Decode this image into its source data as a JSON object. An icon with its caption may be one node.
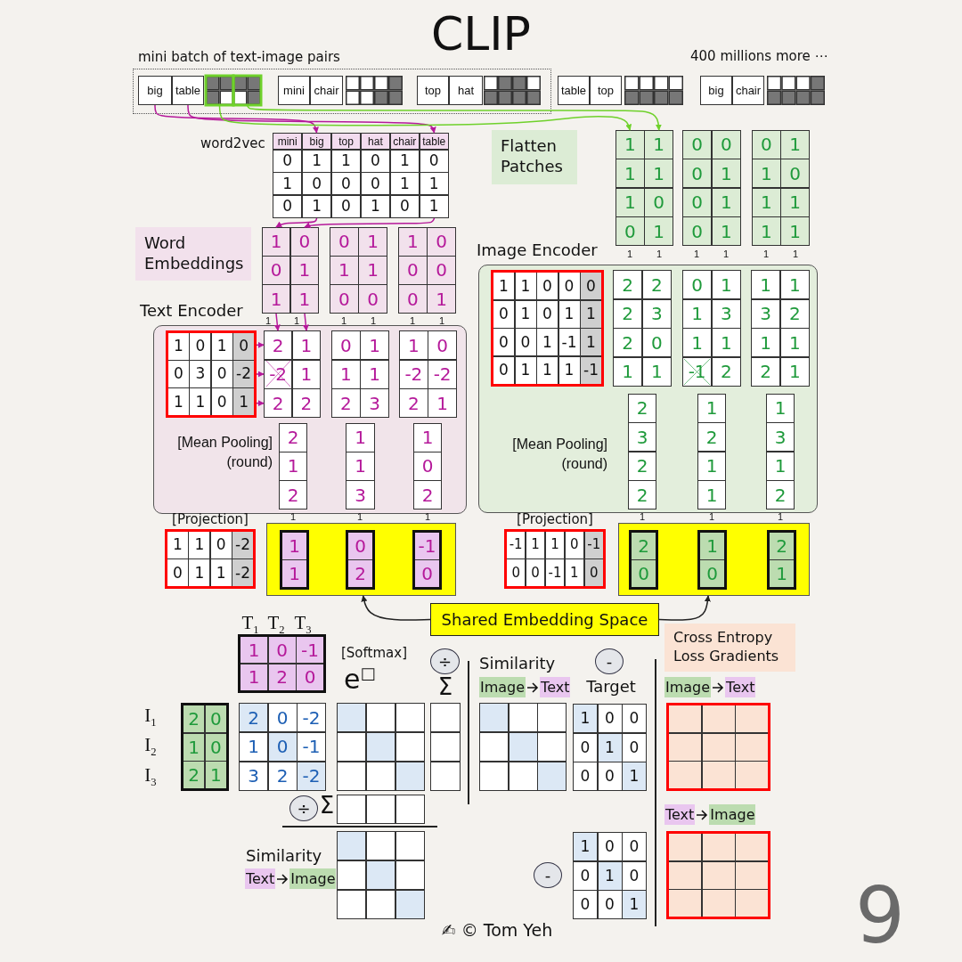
{
  "diagram": {
    "title": "CLIP",
    "nodes": [
      {
        "text": [
          "mini batch of text-image pairs"
        ]
      },
      {
        "text": [
          "big"
        ],
        "in": 0
      },
      {
        "text": [
          "table"
        ],
        "in": 0
      },
      {
        "text": [],
        "shape": "box",
        "in": 0
      },
      {
        "text": [
          "mini"
        ],
        "in": 0
      },
      {
        "text": [
          "chair"
        ],
        "in": 0
      },
      {
        "text": [],
        "shape": "box",
        "in": 0
      },
      {
        "text": [
          "top"
        ],
        "in": 0
      },
      {
        "text": [
          "hat"
        ],
        "in": 0
      },
      {
        "text": [],
        "shape": "box",
        "in": 0
      },
      {
        "text": [
          "table"
        ]
      },
      {
        "text": [
          "top"
        ]
      },
      {
        "text": [],
        "shape": "box"
      },
      {
        "text": [
          "big"
        ]
      },
      {
        "text": [
          "chair"
        ]
      },
      {
        "text": [],
        "shape": "box"
      },
      {
        "text": [
          "mini",
          "big",
          "top",
          "hat",
          "chair",
          "table",
          "0",
          "1",
          "1",
          "0",
          "1",
          "0",
          "1",
          "0",
          "0",
          "0",
          "1",
          "1",
          "0",
          "1",
          "0",
          "1",
          "0",
          "1"
        ],
        "beside": [
          "word2vec"
        ]
      },
      {
        "text": [
          "Flatten Patches"
        ]
      },
      {
        "text": [
          "1",
          "1",
          "1",
          "1",
          "1",
          "0",
          "0",
          "1"
        ],
        "beside": [
          "1",
          "1"
        ]
      },
      {
        "text": [
          "0",
          "0",
          "0",
          "1",
          "0",
          "1",
          "0",
          "1"
        ],
        "beside": [
          "1",
          "1"
        ]
      },
      {
        "text": [
          "0",
          "1",
          "1",
          "0",
          "1",
          "1",
          "1",
          "1"
        ],
        "beside": [
          "1",
          "1"
        ]
      },
      {
        "text": [
          "Word Embeddings"
        ]
      },
      {
        "text": [
          "1",
          "0",
          "0",
          "1",
          "1",
          "1"
        ],
        "beside": [
          "1",
          "1"
        ]
      },
      {
        "text": [
          "0",
          "1",
          "1",
          "1",
          "0",
          "0"
        ],
        "beside": [
          "1",
          "1"
        ]
      },
      {
        "text": [
          "1",
          "0",
          "0",
          "0",
          "0",
          "1"
        ],
        "beside": [
          "1",
          "1"
        ]
      },
      {
        "text": [
          "Text Encoder",
          "[Mean Pooling] (round)"
        ]
      },
      {
        "text": [
          "1",
          "0",
          "1",
          "0",
          "0",
          "3",
          "0",
          "-2",
          "1",
          "1",
          "0",
          "1"
        ],
        "in": 25
      },
      {
        "text": [
          "2",
          "1",
          "-2",
          "1",
          "2",
          "2"
        ],
        "in": 25
      },
      {
        "text": [
          "0",
          "1",
          "1",
          "1",
          "2",
          "3"
        ],
        "in": 25
      },
      {
        "text": [
          "1",
          "0",
          "-2",
          "-2",
          "2",
          "1"
        ],
        "in": 25
      },
      {
        "text": [
          "2",
          "1",
          "2"
        ],
        "in": 25,
        "beside": [
          "1"
        ]
      },
      {
        "text": [
          "1",
          "1",
          "3"
        ],
        "in": 25,
        "beside": [
          "1"
        ]
      },
      {
        "text": [
          "1",
          "0",
          "2"
        ],
        "in": 25,
        "beside": [
          "1"
        ]
      },
      {
        "text": [
          "Image Encoder",
          "[Mean Pooling] (round)"
        ]
      },
      {
        "text": [
          "1",
          "1",
          "0",
          "0",
          "0",
          "0",
          "1",
          "0",
          "1",
          "1",
          "0",
          "0",
          "1",
          "-1",
          "1",
          "0",
          "1",
          "1",
          "1",
          "-1"
        ],
        "in": 33
      },
      {
        "text": [
          "2",
          "2",
          "2",
          "3",
          "2",
          "0",
          "1",
          "1"
        ],
        "in": 33
      },
      {
        "text": [
          "0",
          "1",
          "1",
          "3",
          "1",
          "1",
          "-1",
          "2"
        ],
        "in": 33
      },
      {
        "text": [
          "1",
          "1",
          "3",
          "2",
          "1",
          "1",
          "2",
          "1"
        ],
        "in": 33
      },
      {
        "text": [
          "2",
          "3",
          "2",
          "2"
        ],
        "in": 33,
        "beside": [
          "1"
        ]
      },
      {
        "text": [
          "1",
          "2",
          "1",
          "1"
        ],
        "in": 33,
        "beside": [
          "1"
        ]
      },
      {
        "text": [
          "1",
          "3",
          "1",
          "2"
        ],
        "in": 33,
        "beside": [
          "1"
        ]
      },
      {
        "text": [
          "1",
          "1",
          "0",
          "-2",
          "0",
          "1",
          "1",
          "-2"
        ],
        "beside": [
          "[Projection]"
        ]
      },
      {
        "text": [],
        "shape": "box"
      },
      {
        "text": [
          "1",
          "1"
        ],
        "in": 42
      },
      {
        "text": [
          "0",
          "2"
        ],
        "in": 42
      },
      {
        "text": [
          "-1",
          "0"
        ],
        "in": 42
      },
      {
        "text": [
          "-1",
          "1",
          "1",
          "0",
          "-1",
          "0",
          "0",
          "-1",
          "1",
          "0"
        ],
        "beside": [
          "[Projection]"
        ]
      },
      {
        "text": [],
        "shape": "box"
      },
      {
        "text": [
          "2",
          "0"
        ],
        "in": 47
      },
      {
        "text": [
          "1",
          "0"
        ],
        "in": 47
      },
      {
        "text": [
          "2",
          "1"
        ],
        "in": 47
      },
      {
        "text": [
          "Shared Embedding Space"
        ]
      },
      {
        "text": [
          "1",
          "0",
          "-1",
          "1",
          "2",
          "0"
        ]
      },
      {
        "text": [
          "2",
          "0",
          "1",
          "0",
          "2",
          "1"
        ]
      },
      {
        "text": [
          "2",
          "0",
          "-2",
          "1",
          "0",
          "-1",
          "3",
          "2",
          "-2"
        ]
      },
      {
        "text": [],
        "shape": "box"
      },
      {
        "text": [],
        "shape": "box"
      },
      {
        "text": [
          "÷"
        ]
      },
      {
        "text": [],
        "shape": "box"
      },
      {
        "text": [
          "÷"
        ]
      },
      {
        "text": [],
        "shape": "box"
      },
      {
        "text": [],
        "shape": "box"
      },
      {
        "text": [
          "-"
        ]
      },
      {
        "text": [
          "1",
          "0",
          "0",
          "0",
          "1",
          "0",
          "0",
          "0",
          "1"
        ]
      },
      {
        "text": [
          "1",
          "0",
          "0",
          "0",
          "1",
          "0",
          "0",
          "0",
          "1"
        ]
      },
      {
        "text": [
          "-"
        ]
      },
      {
        "text": [
          "Cross Entropy Loss Gradients"
        ]
      },
      {
        "text": [],
        "shape": "box"
      },
      {
        "text": [],
        "shape": "box"
      }
    ],
    "edges": [
      {
        "from": 1,
        "to": 16,
        "arrow": "to"
      },
      {
        "from": 2,
        "to": 16,
        "arrow": "to"
      },
      {
        "from": 3,
        "to": 18,
        "arrow": "to",
        "color": "#6fd12b"
      },
      {
        "from": 3,
        "to": 18,
        "arrow": "to",
        "color": "#6fd12b"
      },
      {
        "from": 16,
        "to": 22,
        "arrow": "to"
      },
      {
        "from": 16,
        "to": 22,
        "arrow": "to"
      },
      {
        "from": 22,
        "to": 27,
        "arrow": "to"
      },
      {
        "from": 22,
        "to": 27,
        "arrow": "to"
      },
      {
        "from": 26,
        "to": 27,
        "arrow": "to"
      },
      {
        "from": 26,
        "to": 27,
        "arrow": "to"
      },
      {
        "from": 26,
        "to": 27,
        "arrow": "to"
      },
      {
        "from": 51,
        "to": 42,
        "arrow": "to",
        "color": "#222222"
      },
      {
        "from": 51,
        "to": 47,
        "arrow": "to",
        "color": "#222222"
      }
    ],
    "labels": [
      "400 millions more ⋯",
      "T$_{1}$",
      "T$_{2}$",
      "T$_{3}$",
      "[Softmax]",
      "e$^{□}$",
      "Σ",
      "Similarity",
      "Image",
      "Text",
      "Target",
      "Image",
      "Text",
      "I$_{1}$",
      "I$_{2}$",
      "I$_{3}$",
      "Σ",
      "Text",
      "Image",
      "Similarity",
      "Text",
      "Image",
      "✍ © Tom Yeh",
      "9"
    ]
  }
}
